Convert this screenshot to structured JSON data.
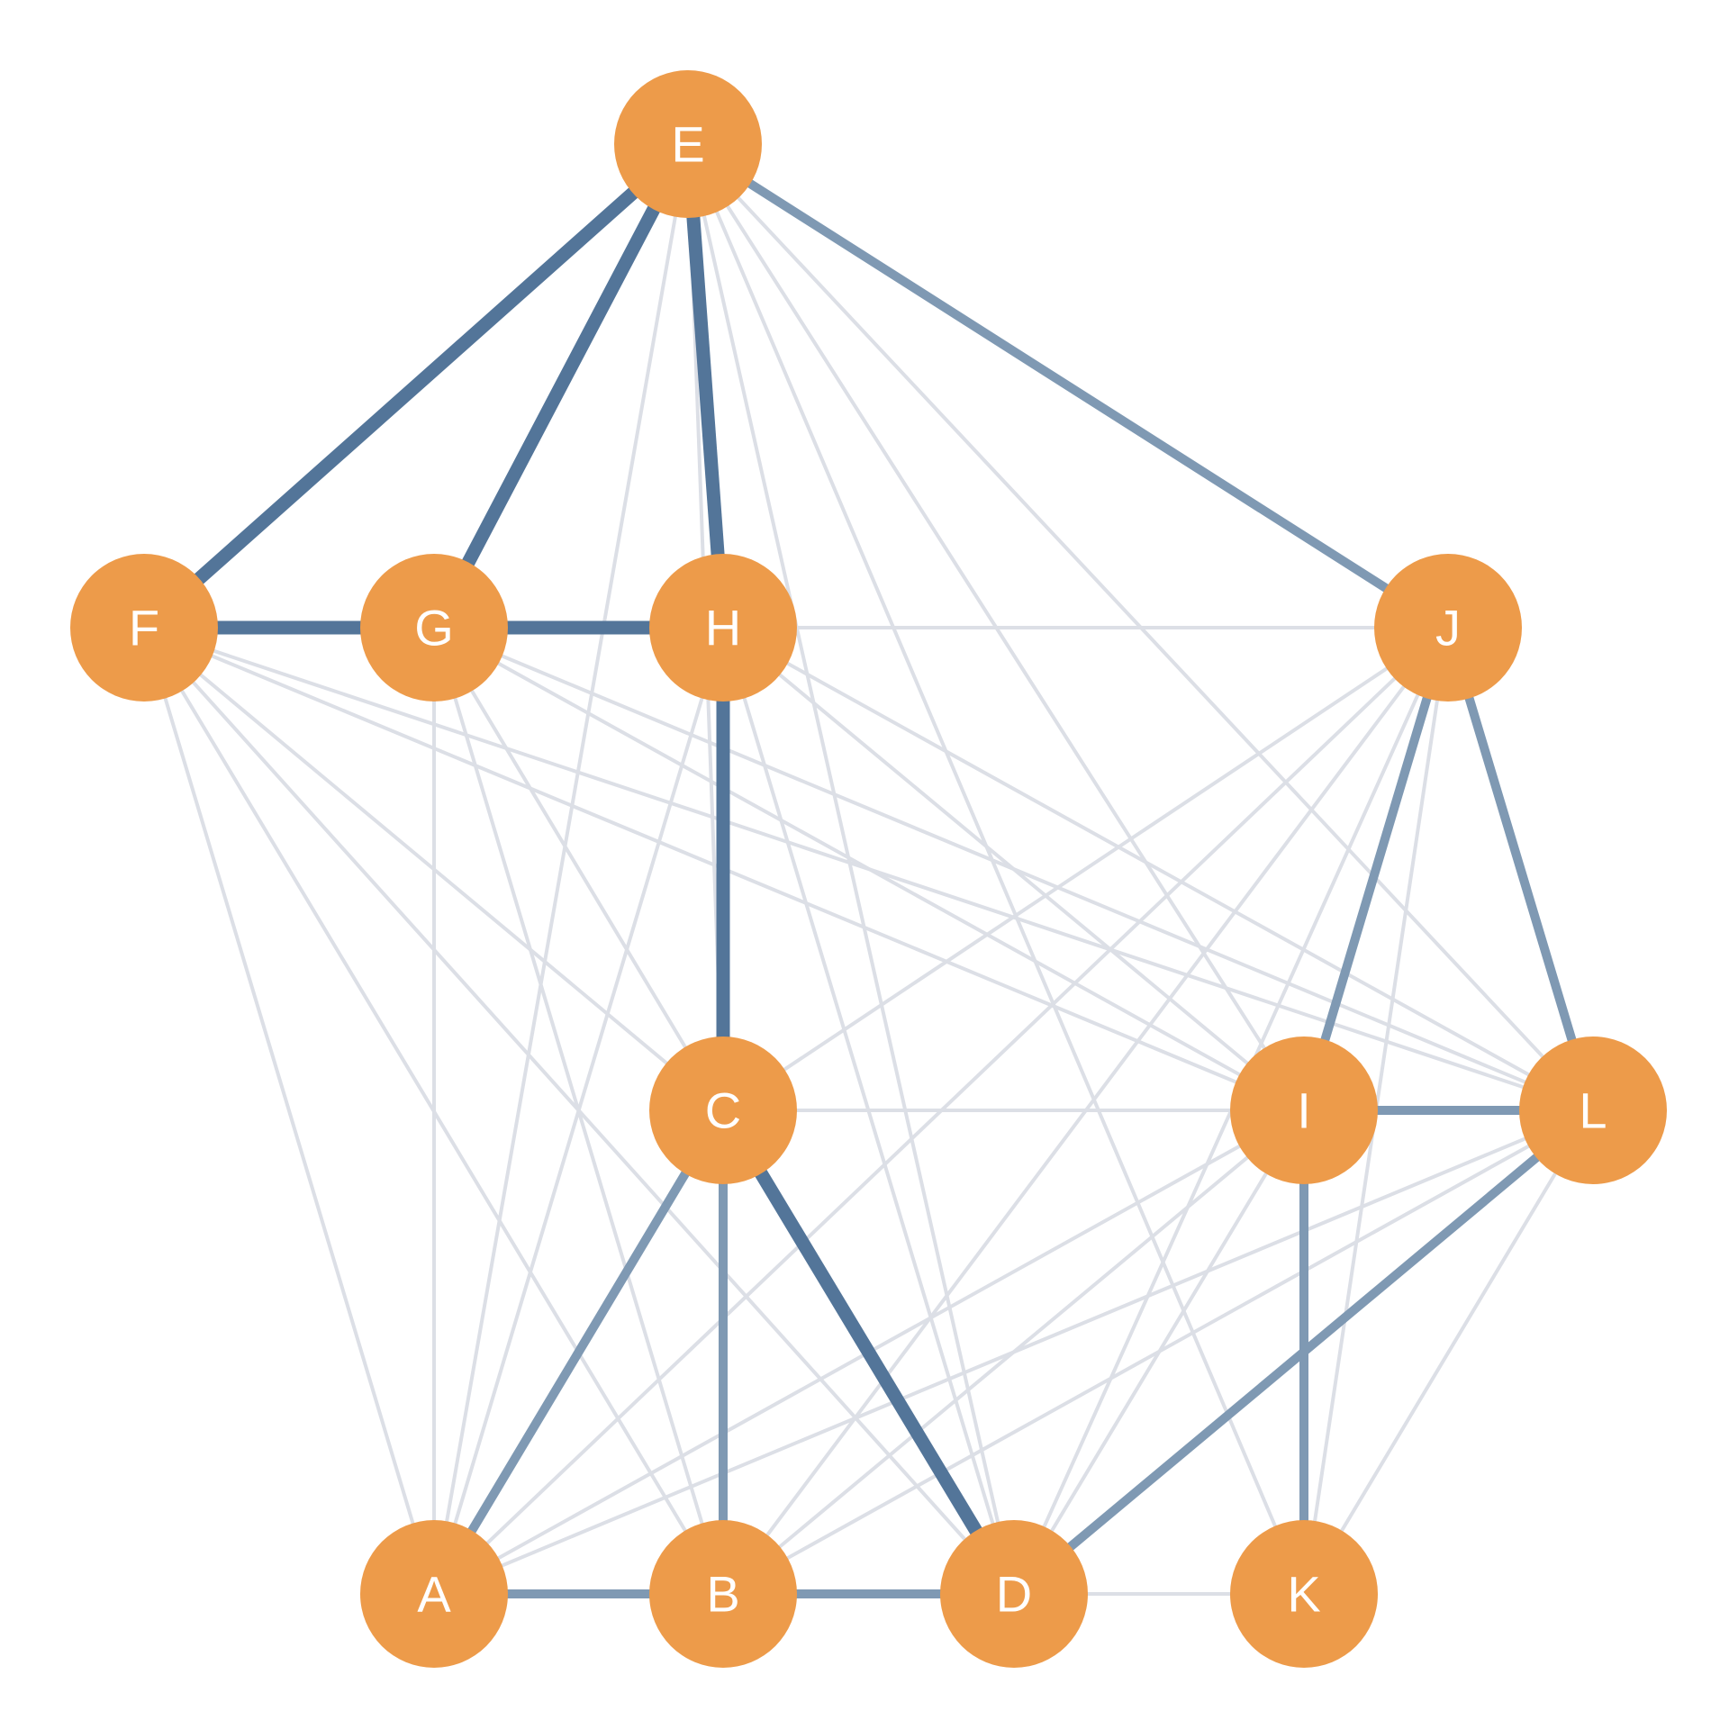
{
  "colors": {
    "node_fill": "#ed9b4a",
    "edge_light": "#dcdfe6",
    "edge_medium": "#7f99b3",
    "edge_dark": "#537599",
    "label": "#ffffff"
  },
  "nodes": [
    {
      "id": "A",
      "label": "A"
    },
    {
      "id": "B",
      "label": "B"
    },
    {
      "id": "C",
      "label": "C"
    },
    {
      "id": "D",
      "label": "D"
    },
    {
      "id": "E",
      "label": "E"
    },
    {
      "id": "F",
      "label": "F"
    },
    {
      "id": "G",
      "label": "G"
    },
    {
      "id": "H",
      "label": "H"
    },
    {
      "id": "I",
      "label": "I"
    },
    {
      "id": "J",
      "label": "J"
    },
    {
      "id": "K",
      "label": "K"
    },
    {
      "id": "L",
      "label": "L"
    }
  ],
  "edges": [
    {
      "source": "E",
      "target": "F",
      "weight": "strong"
    },
    {
      "source": "E",
      "target": "G",
      "weight": "strong"
    },
    {
      "source": "E",
      "target": "H",
      "weight": "strong"
    },
    {
      "source": "E",
      "target": "J",
      "weight": "medium"
    },
    {
      "source": "E",
      "target": "A",
      "weight": "weak"
    },
    {
      "source": "E",
      "target": "C",
      "weight": "weak"
    },
    {
      "source": "E",
      "target": "D",
      "weight": "weak"
    },
    {
      "source": "E",
      "target": "I",
      "weight": "weak"
    },
    {
      "source": "E",
      "target": "K",
      "weight": "weak"
    },
    {
      "source": "E",
      "target": "L",
      "weight": "weak"
    },
    {
      "source": "F",
      "target": "G",
      "weight": "strong"
    },
    {
      "source": "G",
      "target": "H",
      "weight": "strong"
    },
    {
      "source": "F",
      "target": "H",
      "weight": "weak"
    },
    {
      "source": "H",
      "target": "J",
      "weight": "weak"
    },
    {
      "source": "H",
      "target": "C",
      "weight": "strong"
    },
    {
      "source": "C",
      "target": "D",
      "weight": "strong"
    },
    {
      "source": "C",
      "target": "A",
      "weight": "medium"
    },
    {
      "source": "C",
      "target": "B",
      "weight": "medium"
    },
    {
      "source": "C",
      "target": "I",
      "weight": "weak"
    },
    {
      "source": "C",
      "target": "J",
      "weight": "weak"
    },
    {
      "source": "A",
      "target": "B",
      "weight": "medium"
    },
    {
      "source": "B",
      "target": "D",
      "weight": "medium"
    },
    {
      "source": "D",
      "target": "K",
      "weight": "weak"
    },
    {
      "source": "D",
      "target": "L",
      "weight": "medium"
    },
    {
      "source": "I",
      "target": "L",
      "weight": "medium"
    },
    {
      "source": "I",
      "target": "K",
      "weight": "medium"
    },
    {
      "source": "I",
      "target": "J",
      "weight": "medium"
    },
    {
      "source": "J",
      "target": "L",
      "weight": "medium"
    },
    {
      "source": "F",
      "target": "A",
      "weight": "weak"
    },
    {
      "source": "F",
      "target": "B",
      "weight": "weak"
    },
    {
      "source": "F",
      "target": "C",
      "weight": "weak"
    },
    {
      "source": "F",
      "target": "D",
      "weight": "weak"
    },
    {
      "source": "F",
      "target": "I",
      "weight": "weak"
    },
    {
      "source": "F",
      "target": "L",
      "weight": "weak"
    },
    {
      "source": "G",
      "target": "A",
      "weight": "weak"
    },
    {
      "source": "G",
      "target": "B",
      "weight": "weak"
    },
    {
      "source": "G",
      "target": "C",
      "weight": "weak"
    },
    {
      "source": "G",
      "target": "I",
      "weight": "weak"
    },
    {
      "source": "G",
      "target": "L",
      "weight": "weak"
    },
    {
      "source": "H",
      "target": "A",
      "weight": "weak"
    },
    {
      "source": "H",
      "target": "B",
      "weight": "weak"
    },
    {
      "source": "H",
      "target": "D",
      "weight": "weak"
    },
    {
      "source": "H",
      "target": "I",
      "weight": "weak"
    },
    {
      "source": "H",
      "target": "L",
      "weight": "weak"
    },
    {
      "source": "J",
      "target": "A",
      "weight": "weak"
    },
    {
      "source": "J",
      "target": "B",
      "weight": "weak"
    },
    {
      "source": "J",
      "target": "D",
      "weight": "weak"
    },
    {
      "source": "J",
      "target": "K",
      "weight": "weak"
    },
    {
      "source": "I",
      "target": "A",
      "weight": "weak"
    },
    {
      "source": "I",
      "target": "B",
      "weight": "weak"
    },
    {
      "source": "I",
      "target": "D",
      "weight": "weak"
    },
    {
      "source": "L",
      "target": "A",
      "weight": "weak"
    },
    {
      "source": "L",
      "target": "B",
      "weight": "weak"
    },
    {
      "source": "L",
      "target": "K",
      "weight": "weak"
    }
  ]
}
